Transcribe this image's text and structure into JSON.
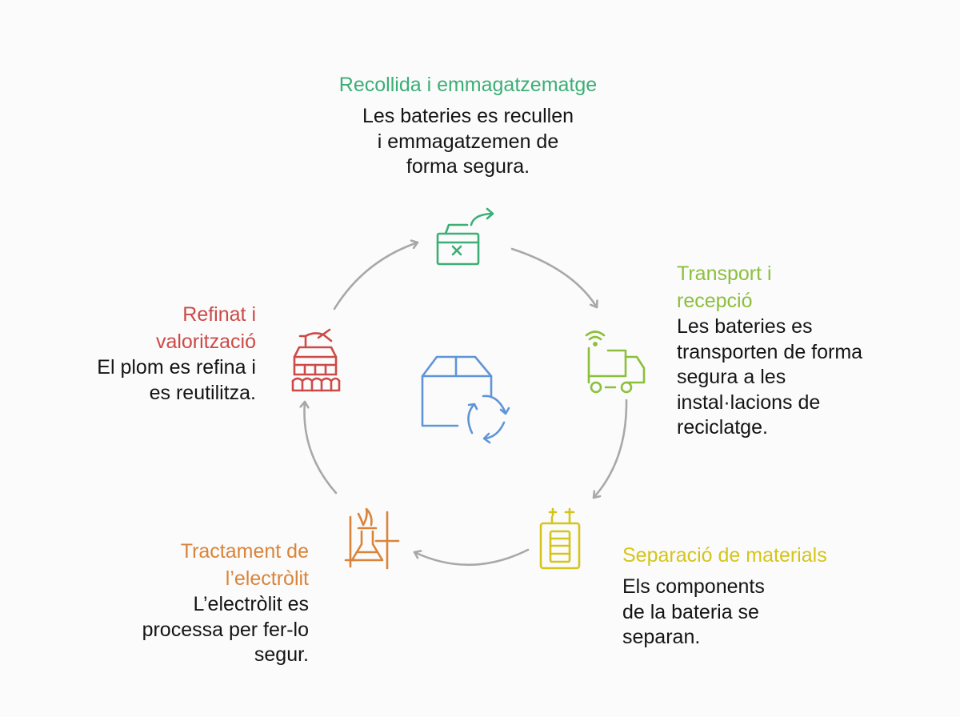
{
  "colors": {
    "green": "#3cae76",
    "lime": "#8cbf3a",
    "yellow": "#d4c51c",
    "orange": "#d9843a",
    "red": "#cc4a48",
    "center": "#5f95d6",
    "arrow": "#a8a8a8"
  },
  "center": {
    "icon": "recycle-box-icon"
  },
  "steps": [
    {
      "title": "Recollida i emmagatzematge",
      "desc": [
        "Les bateries es recullen",
        "i emmagatzemen de",
        "forma segura."
      ],
      "icon": "box-export-icon"
    },
    {
      "title": [
        "Transport i",
        "recepció"
      ],
      "desc": [
        "Les bateries es",
        "transporten de forma",
        "segura a les",
        "instal·lacions de",
        "reciclatge."
      ],
      "icon": "delivery-truck-icon"
    },
    {
      "title": "Separació de materials",
      "desc": [
        "Els components",
        "de la bateria se",
        "separan."
      ],
      "icon": "battery-icon"
    },
    {
      "title": [
        "Tractament de",
        "l’electròlit"
      ],
      "desc": [
        "L’electròlit es",
        "processa per fer-lo",
        "segur."
      ],
      "icon": "burner-flask-icon"
    },
    {
      "title": [
        "Refinat i",
        "valorització"
      ],
      "desc": [
        "El plom es refina i",
        "es reutilitza."
      ],
      "icon": "refinery-icon"
    }
  ]
}
